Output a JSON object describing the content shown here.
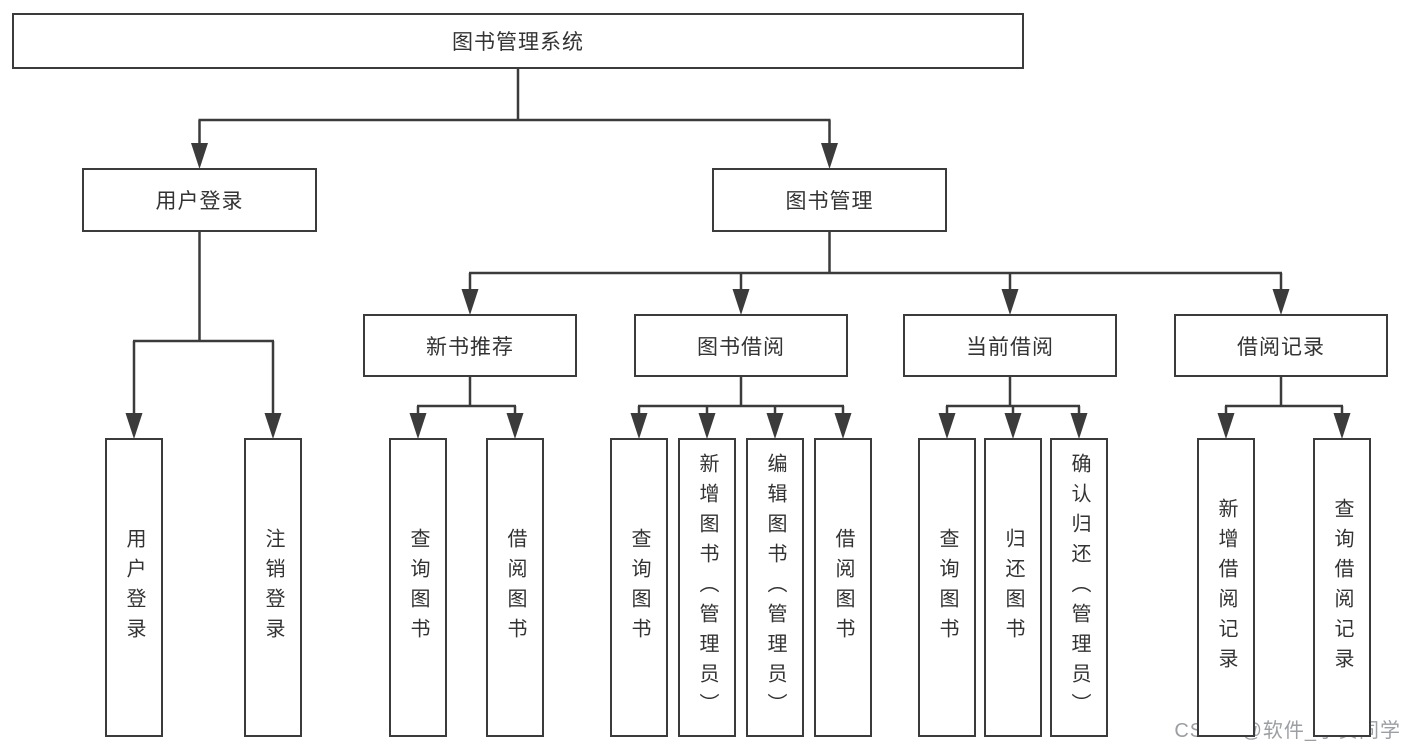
{
  "diagram_title": "图书管理系统",
  "colors": {
    "line": "#3b3b3b",
    "box_border": "#3b3b3b",
    "text": "#333333",
    "background": "#ffffff",
    "watermark": "#9b9fa4"
  },
  "nodes": [
    {
      "id": "root",
      "label": "图书管理系统",
      "level": 1,
      "parent": null
    },
    {
      "id": "user-login",
      "label": "用户登录",
      "level": 2,
      "parent": "root"
    },
    {
      "id": "book-mgmt",
      "label": "图书管理",
      "level": 2,
      "parent": "root"
    },
    {
      "id": "new-book-rec",
      "label": "新书推荐",
      "level": 3,
      "parent": "book-mgmt"
    },
    {
      "id": "book-borrow",
      "label": "图书借阅",
      "level": 3,
      "parent": "book-mgmt"
    },
    {
      "id": "current-borrow",
      "label": "当前借阅",
      "level": 3,
      "parent": "book-mgmt"
    },
    {
      "id": "borrow-record",
      "label": "借阅记录",
      "level": 3,
      "parent": "book-mgmt"
    },
    {
      "id": "leaf-user-login",
      "label": "用户登录",
      "level": 4,
      "parent": "user-login"
    },
    {
      "id": "leaf-logout",
      "label": "注销登录",
      "level": 4,
      "parent": "user-login"
    },
    {
      "id": "leaf-rec-query",
      "label": "查询图书",
      "level": 4,
      "parent": "new-book-rec"
    },
    {
      "id": "leaf-rec-borrow",
      "label": "借阅图书",
      "level": 4,
      "parent": "new-book-rec"
    },
    {
      "id": "leaf-bor-query",
      "label": "查询图书",
      "level": 4,
      "parent": "book-borrow"
    },
    {
      "id": "leaf-bor-add",
      "label": "新增图书（管理员）",
      "level": 4,
      "parent": "book-borrow"
    },
    {
      "id": "leaf-bor-edit",
      "label": "编辑图书（管理员）",
      "level": 4,
      "parent": "book-borrow"
    },
    {
      "id": "leaf-bor-borrow",
      "label": "借阅图书",
      "level": 4,
      "parent": "book-borrow"
    },
    {
      "id": "leaf-cur-query",
      "label": "查询图书",
      "level": 4,
      "parent": "current-borrow"
    },
    {
      "id": "leaf-cur-return",
      "label": "归还图书",
      "level": 4,
      "parent": "current-borrow"
    },
    {
      "id": "leaf-cur-confirm",
      "label": "确认归还（管理员）",
      "level": 4,
      "parent": "current-borrow"
    },
    {
      "id": "leaf-record-add",
      "label": "新增借阅记录",
      "level": 4,
      "parent": "borrow-record"
    },
    {
      "id": "leaf-record-query",
      "label": "查询借阅记录",
      "level": 4,
      "parent": "borrow-record"
    }
  ],
  "watermark": {
    "text": "CSDN @软件_小贺同学"
  }
}
